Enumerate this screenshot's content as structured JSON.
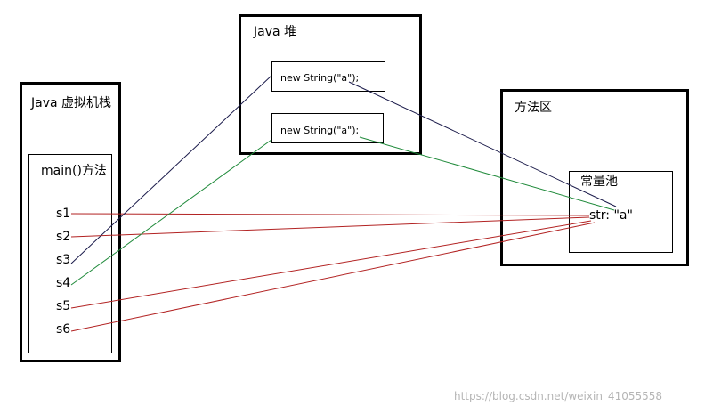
{
  "stack": {
    "title": "Java 虚拟机栈",
    "frame_title": "main()方法",
    "vars": [
      "s1",
      "s2",
      "s3",
      "s4",
      "s5",
      "s6"
    ]
  },
  "heap": {
    "title": "Java 堆",
    "objects": [
      "new String(\"a\");",
      "new String(\"a\");"
    ]
  },
  "method_area": {
    "title": "方法区",
    "pool_title": "常量池",
    "pool_entry": "str: \"a\""
  },
  "line_colors": {
    "s1": "#b22222",
    "s2": "#b22222",
    "s3": "#1a1a4a",
    "s4": "#1f8a3a",
    "s5": "#b22222",
    "s6": "#b22222",
    "heap1_to_pool": "#1a1a4a",
    "heap2_to_pool": "#1f8a3a"
  },
  "watermark": "https://blog.csdn.net/weixin_41055558"
}
